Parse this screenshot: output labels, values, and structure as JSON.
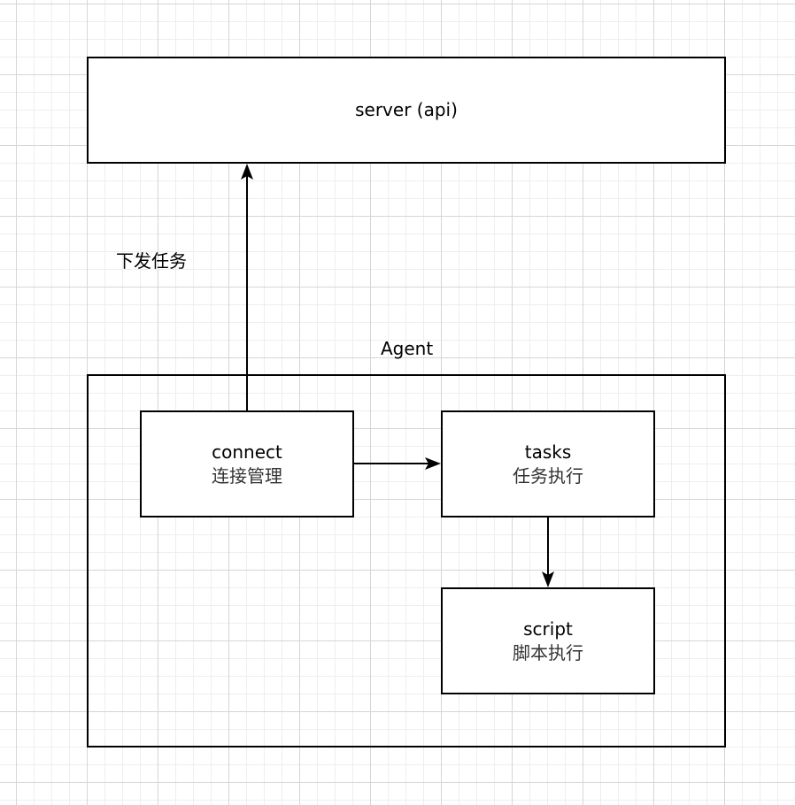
{
  "nodes": {
    "server": {
      "label": "server (api)"
    },
    "agent": {
      "label": "Agent"
    },
    "connect": {
      "label": "connect",
      "sublabel": "连接管理"
    },
    "tasks": {
      "label": "tasks",
      "sublabel": "任务执行"
    },
    "script": {
      "label": "script",
      "sublabel": "脚本执行"
    }
  },
  "edges": {
    "connect_to_server": {
      "label": "下发任务"
    },
    "connect_to_tasks": {
      "label": ""
    },
    "tasks_to_script": {
      "label": ""
    }
  },
  "colors": {
    "stroke": "#000000",
    "grid": "#d6d6d6",
    "background": "#ffffff"
  }
}
